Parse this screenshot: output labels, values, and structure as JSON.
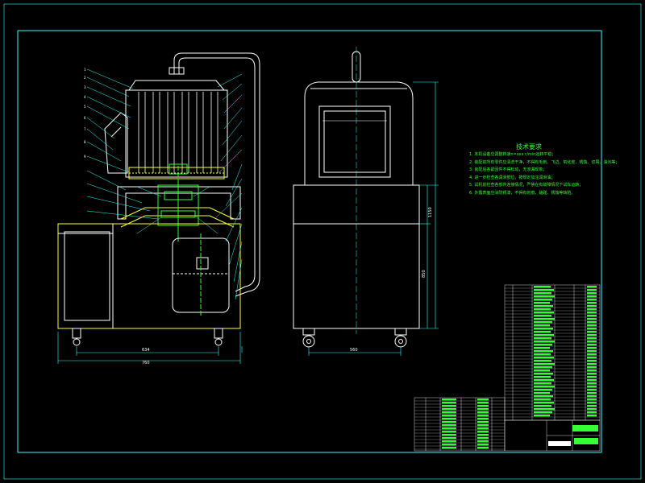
{
  "drawing": {
    "tech_title": "技术要求",
    "notes": [
      "1. 本机设备应调整转速n=xxx r/min运转平稳；",
      "2. 装配前所有零件应清洗干净，不得有毛刺、飞边、氧化皮、锈蚀、切屑、油污等；",
      "3. 装配后各紧固件不得松动，无渗漏现象；",
      "4. 进一步检查各润滑部位，按规定加注润滑油；",
      "5. 试机前检查各部件连接情况，严禁在有故障情况下试车运转；",
      "6. 外露表面应涂防锈漆，不得有划痕、磕碰、锈蚀等缺陷。"
    ],
    "dims": {
      "left_width": "634",
      "left_total": "760",
      "right_width": "560",
      "right_h1": "1150",
      "right_h2": "850"
    },
    "colors": {
      "frame": "#33ffff",
      "outline": "#ffffff",
      "yellow": "#ffff33",
      "text": "#33ff33",
      "dim": "#33ffff"
    }
  }
}
